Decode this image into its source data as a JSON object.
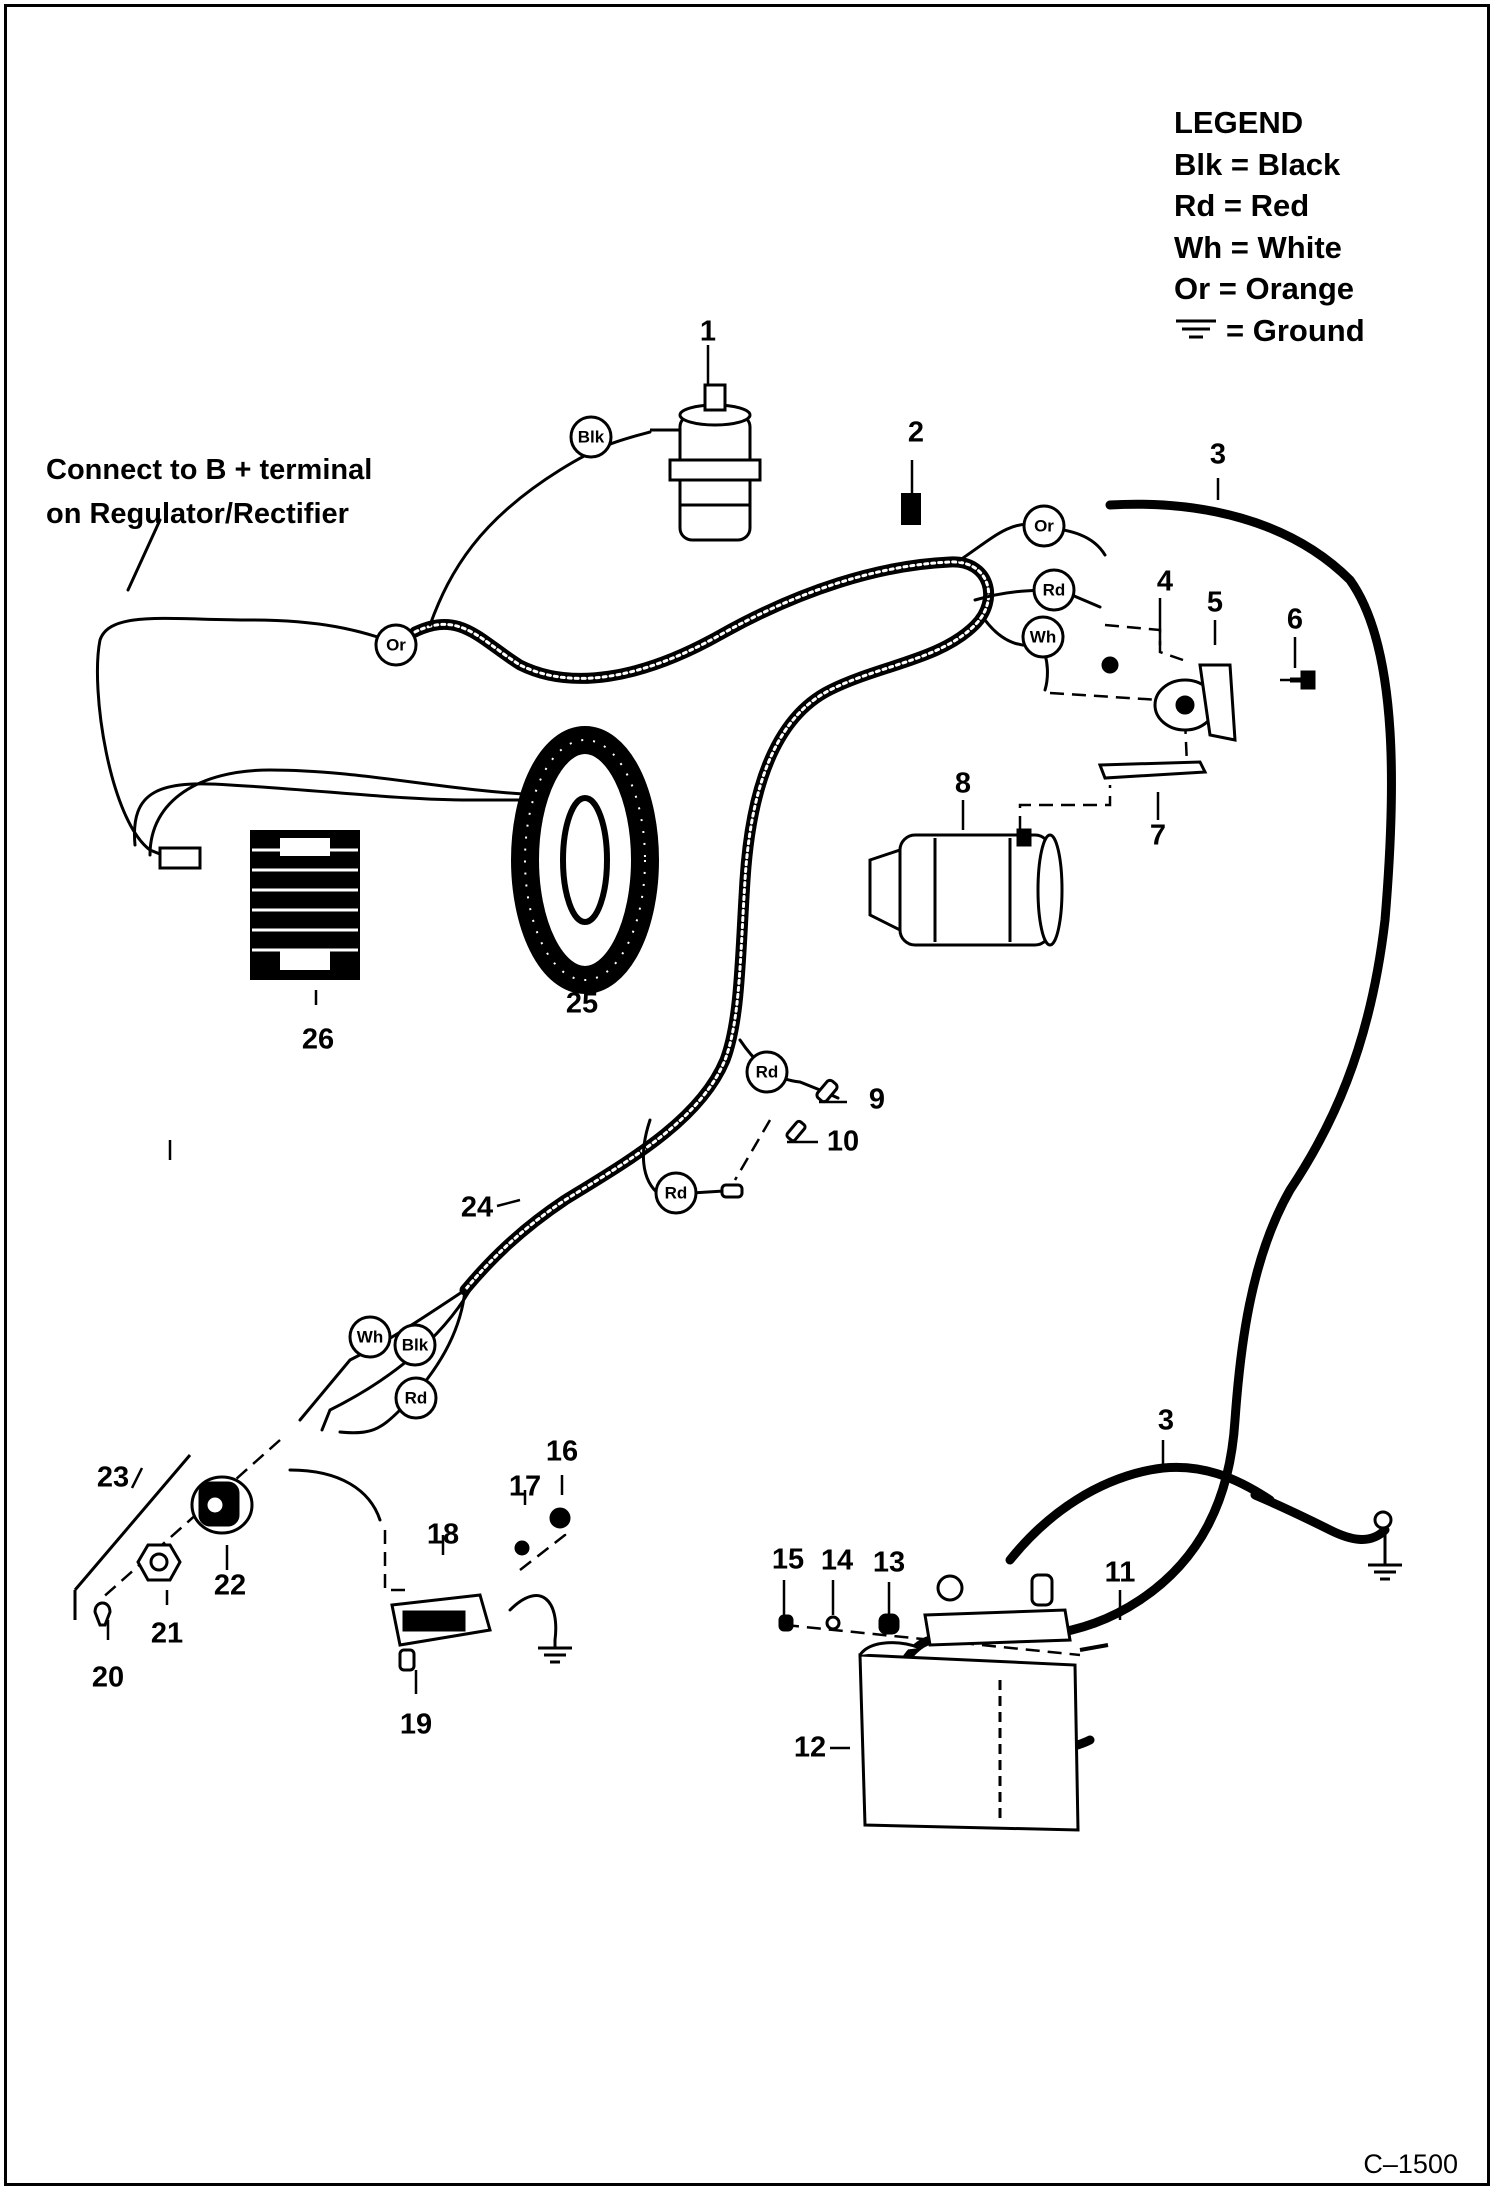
{
  "legend": {
    "title": "LEGEND",
    "items": [
      "Blk = Black",
      "Rd = Red",
      "Wh = White",
      "Or = Orange",
      "= Ground"
    ]
  },
  "note": {
    "line1": "Connect to B + terminal",
    "line2": "on Regulator/Rectifier"
  },
  "wire_tags": {
    "blk": "Blk",
    "or": "Or",
    "rd": "Rd",
    "wh": "Wh"
  },
  "callouts": [
    "1",
    "2",
    "3",
    "3",
    "4",
    "5",
    "6",
    "7",
    "8",
    "9",
    "10",
    "11",
    "12",
    "13",
    "14",
    "15",
    "16",
    "17",
    "18",
    "19",
    "20",
    "21",
    "22",
    "23",
    "24",
    "25",
    "26"
  ],
  "figure_code": "C–1500"
}
